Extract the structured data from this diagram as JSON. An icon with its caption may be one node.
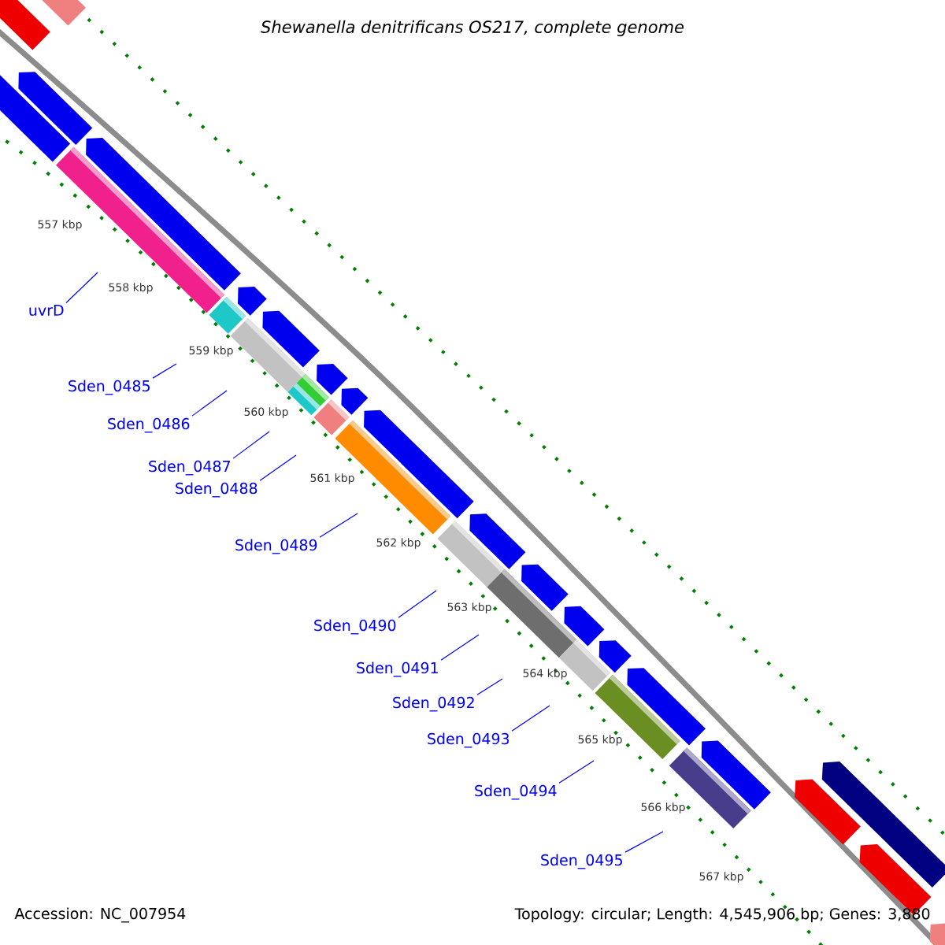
{
  "diagram": {
    "title": "Shewanella denitrificans OS217, complete genome",
    "nodes": [
      {
        "text": [
          "uvrD"
        ]
      },
      {
        "text": [
          "Sden_0485"
        ]
      },
      {
        "text": [
          "Sden_0486"
        ]
      },
      {
        "text": [
          "Sden_0487"
        ]
      },
      {
        "text": [
          "Sden_0488"
        ]
      },
      {
        "text": [
          "Sden_0489"
        ]
      },
      {
        "text": [
          "Sden_0490"
        ]
      },
      {
        "text": [
          "Sden_0491"
        ]
      },
      {
        "text": [
          "Sden_0492"
        ]
      },
      {
        "text": [
          "Sden_0493"
        ]
      },
      {
        "text": [
          "Sden_0494"
        ]
      },
      {
        "text": [
          "Sden_0495"
        ]
      }
    ],
    "edges": [
      {
        "from": 0,
        "to": null,
        "arrow": "none"
      },
      {
        "from": 1,
        "to": null,
        "arrow": "none"
      },
      {
        "from": 2,
        "to": null,
        "arrow": "none"
      },
      {
        "from": 3,
        "to": null,
        "arrow": "none"
      },
      {
        "from": 4,
        "to": null,
        "arrow": "none"
      },
      {
        "from": 5,
        "to": null,
        "arrow": "none"
      },
      {
        "from": 6,
        "to": null,
        "arrow": "none"
      },
      {
        "from": 7,
        "to": null,
        "arrow": "none"
      },
      {
        "from": 8,
        "to": null,
        "arrow": "none"
      },
      {
        "from": 9,
        "to": null,
        "arrow": "none"
      },
      {
        "from": 10,
        "to": null,
        "arrow": "none"
      },
      {
        "from": 11,
        "to": null,
        "arrow": "none"
      }
    ],
    "labels": [
      "557 kbp",
      "558 kbp",
      "559 kbp",
      "560 kbp",
      "561 kbp",
      "562 kbp",
      "563 kbp",
      "564 kbp",
      "565 kbp",
      "566 kbp",
      "567 kbp",
      "Accession: NC_007954",
      "Topology: circular; Length: 4,545,906 bp; Genes: 3,880"
    ]
  }
}
